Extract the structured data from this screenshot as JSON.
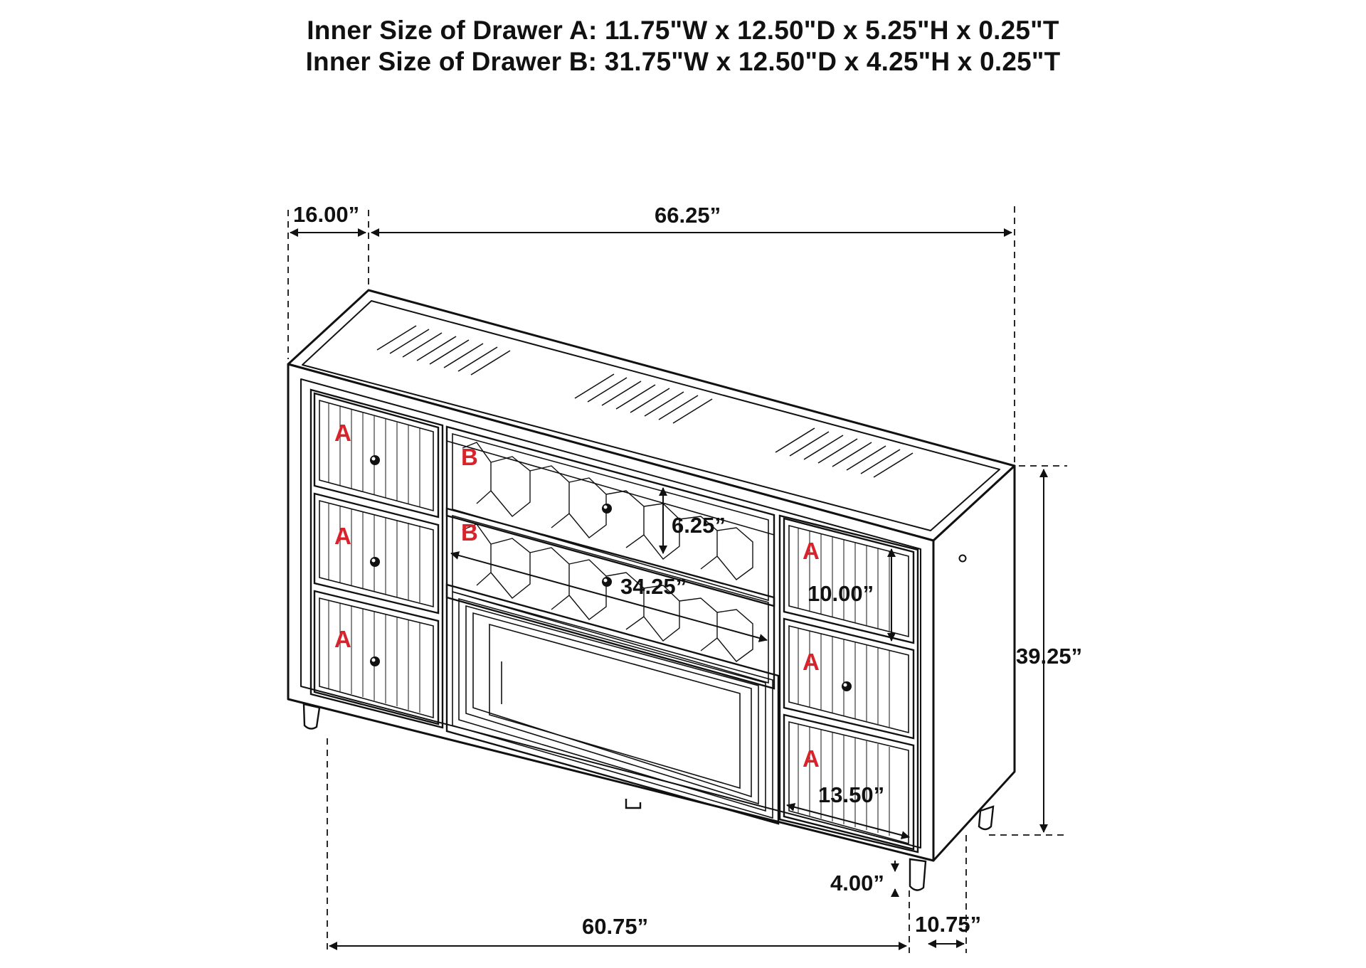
{
  "header": {
    "drawer_a": "Inner Size of Drawer A: 11.75\"W x 12.50\"D x 5.25\"H x 0.25\"T",
    "drawer_b": "Inner Size of Drawer B: 31.75\"W x 12.50\"D x 4.25\"H x 0.25\"T"
  },
  "dimensions": {
    "depth_top": "16.00”",
    "width_top": "66.25”",
    "drawer_b_height": "6.25”",
    "drawer_b_width": "34.25”",
    "drawer_a_height": "10.00”",
    "overall_height": "39.25”",
    "drawer_a_width": "13.50”",
    "leg_height": "4.00”",
    "leg_span": "60.75”",
    "leg_depth": "10.75”"
  },
  "drawer_labels": {
    "a": "A",
    "b": "B"
  },
  "colors": {
    "line": "#111111",
    "label": "#d8232a"
  }
}
